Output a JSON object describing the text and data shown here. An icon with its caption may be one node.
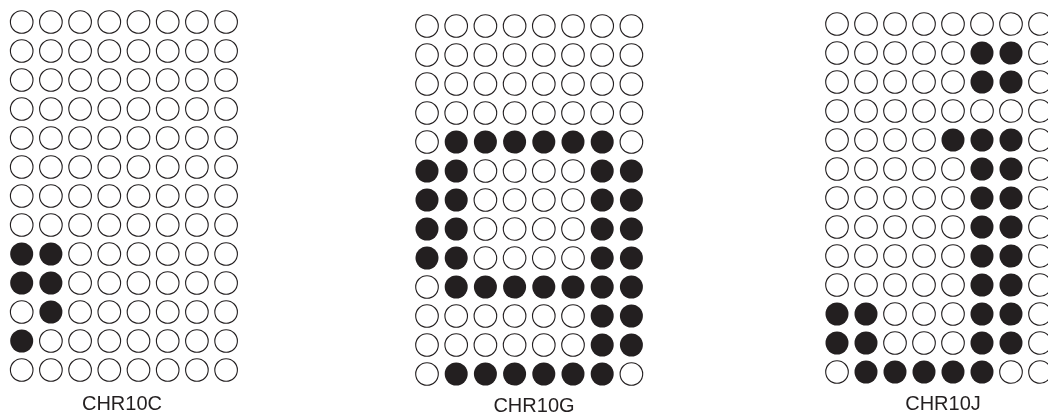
{
  "diagram": {
    "labels": [
      "CHR10C",
      "CHR10G",
      "CHR10J"
    ]
  }
}
